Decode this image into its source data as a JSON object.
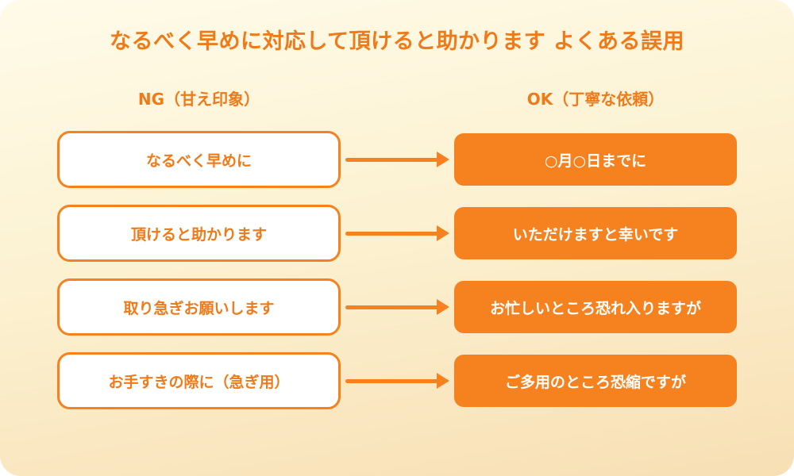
{
  "title": "なるべく早めに対応して頂けると助かります よくある誤用",
  "headers": {
    "ng": "NG（甘え印象）",
    "ok": "OK（丁寧な依頼）"
  },
  "rows": [
    {
      "ng": "なるべく早めに",
      "ok": "○月○日までに"
    },
    {
      "ng": "頂けると助かります",
      "ok": "いただけますと幸いです"
    },
    {
      "ng": "取り急ぎお願いします",
      "ok": "お忙しいところ恐れ入りますが"
    },
    {
      "ng": "お手すきの際に（急ぎ用）",
      "ok": "ご多用のところ恐縮ですが"
    }
  ],
  "colors": {
    "accent": "#F5821F",
    "title_text": "#EE7A19",
    "background_top": "#FFFBE9",
    "background_bottom": "#F8DFB4"
  }
}
